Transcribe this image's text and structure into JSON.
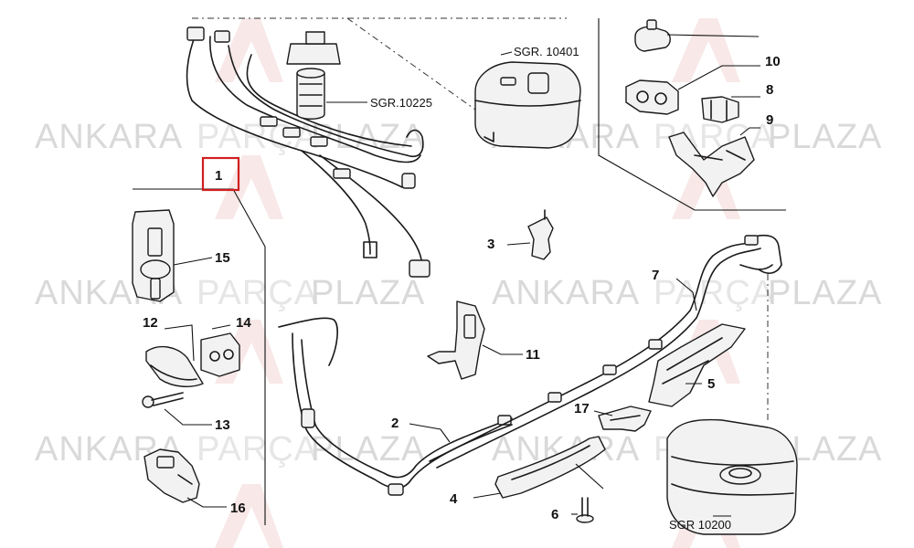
{
  "watermark": {
    "word1": "ANKARA",
    "word2": "PARÇA",
    "word3": "PLAZA",
    "color_dark": "#d9d9d9",
    "color_light": "#e6e6e6",
    "logo_color": "#f3d6d6"
  },
  "highlight_color": "#d01f1f",
  "callouts": [
    {
      "id": "1",
      "label": "1",
      "highlighted": true
    },
    {
      "id": "2",
      "label": "2"
    },
    {
      "id": "3",
      "label": "3"
    },
    {
      "id": "4",
      "label": "4"
    },
    {
      "id": "5",
      "label": "5"
    },
    {
      "id": "6",
      "label": "6"
    },
    {
      "id": "7",
      "label": "7"
    },
    {
      "id": "8",
      "label": "8"
    },
    {
      "id": "9",
      "label": "9"
    },
    {
      "id": "10",
      "label": "10"
    },
    {
      "id": "11",
      "label": "11"
    },
    {
      "id": "12",
      "label": "12"
    },
    {
      "id": "13",
      "label": "13"
    },
    {
      "id": "14",
      "label": "14"
    },
    {
      "id": "15",
      "label": "15"
    },
    {
      "id": "16",
      "label": "16"
    },
    {
      "id": "17",
      "label": "17"
    }
  ],
  "references": [
    {
      "id": "sgr-10225",
      "label": "SGR.10225"
    },
    {
      "id": "sgr-10401",
      "label": "SGR. 10401"
    },
    {
      "id": "sgr-10200",
      "label": "SGR 10200"
    }
  ]
}
